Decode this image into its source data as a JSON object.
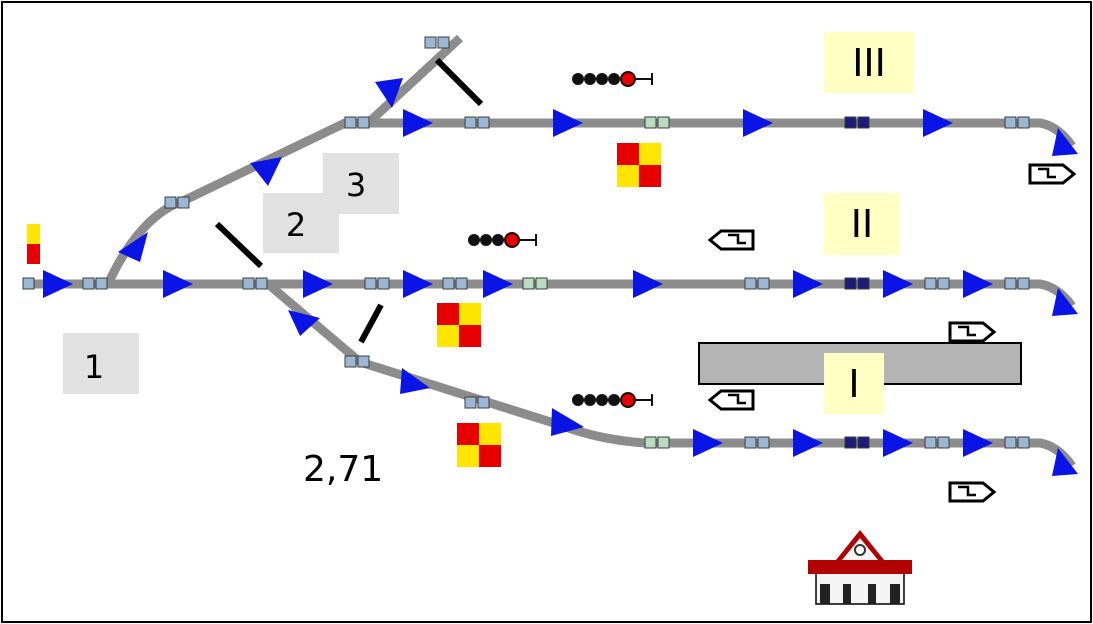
{
  "track_labels": {
    "track_3": "III",
    "track_2": "II",
    "track_1": "I"
  },
  "zone_labels": {
    "zone_1": "1",
    "zone_2": "2",
    "zone_3": "3"
  },
  "kilometer": "2,71",
  "colors": {
    "track": "#8c8c8c",
    "arrow": "#0a14e6",
    "block": "#9bb7d4",
    "block_occupied": "#1c1c7a",
    "block_free": "#b9dcc0",
    "label_box": "#ffffc4",
    "zone_box": "#e1e1e1",
    "platform": "#b4b4b4",
    "signal_red": "#e60000",
    "signal_yellow": "#ffe600",
    "station_roof": "#b00000"
  }
}
